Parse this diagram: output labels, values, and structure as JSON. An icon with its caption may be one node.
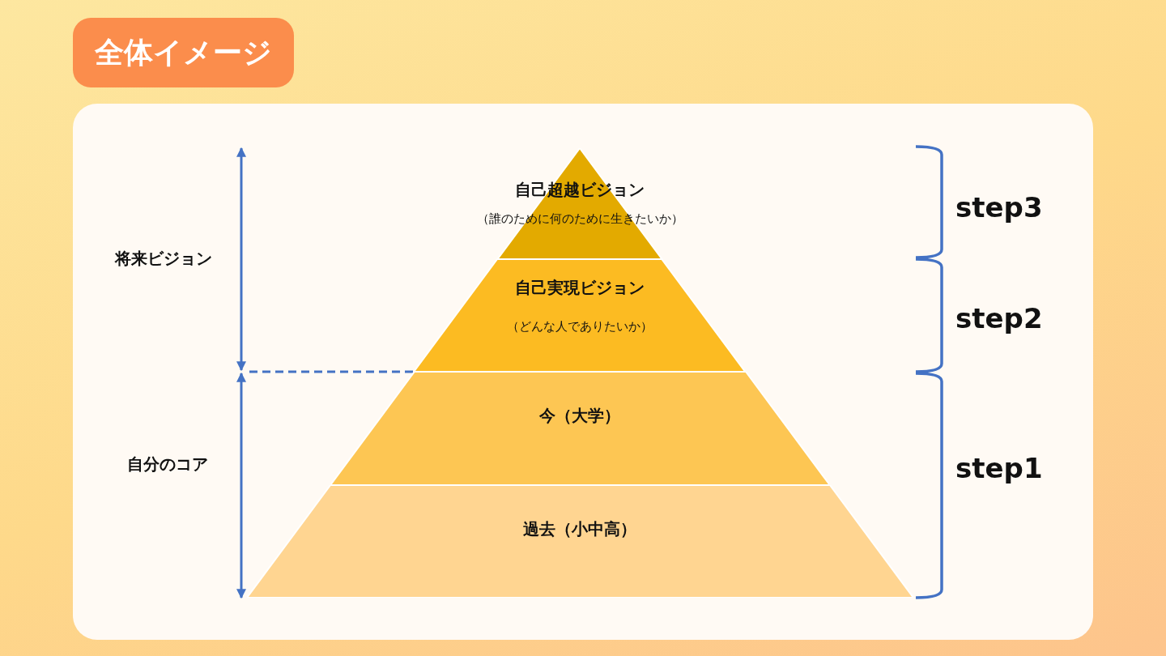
{
  "diagram": {
    "title": "全体イメージ",
    "nodes": [
      {
        "text": [
          "自己超越ビジョン",
          "（誰のために何のために生きたいか）"
        ]
      },
      {
        "text": [
          "自己実現ビジョン",
          "（どんな人でありたいか）"
        ]
      },
      {
        "text": [
          "今（大学）"
        ]
      },
      {
        "text": [
          "過去（小中高）"
        ]
      }
    ],
    "labels": [
      "将来ビジョン",
      "自分のコア",
      "step3",
      "step2",
      "step1"
    ]
  }
}
